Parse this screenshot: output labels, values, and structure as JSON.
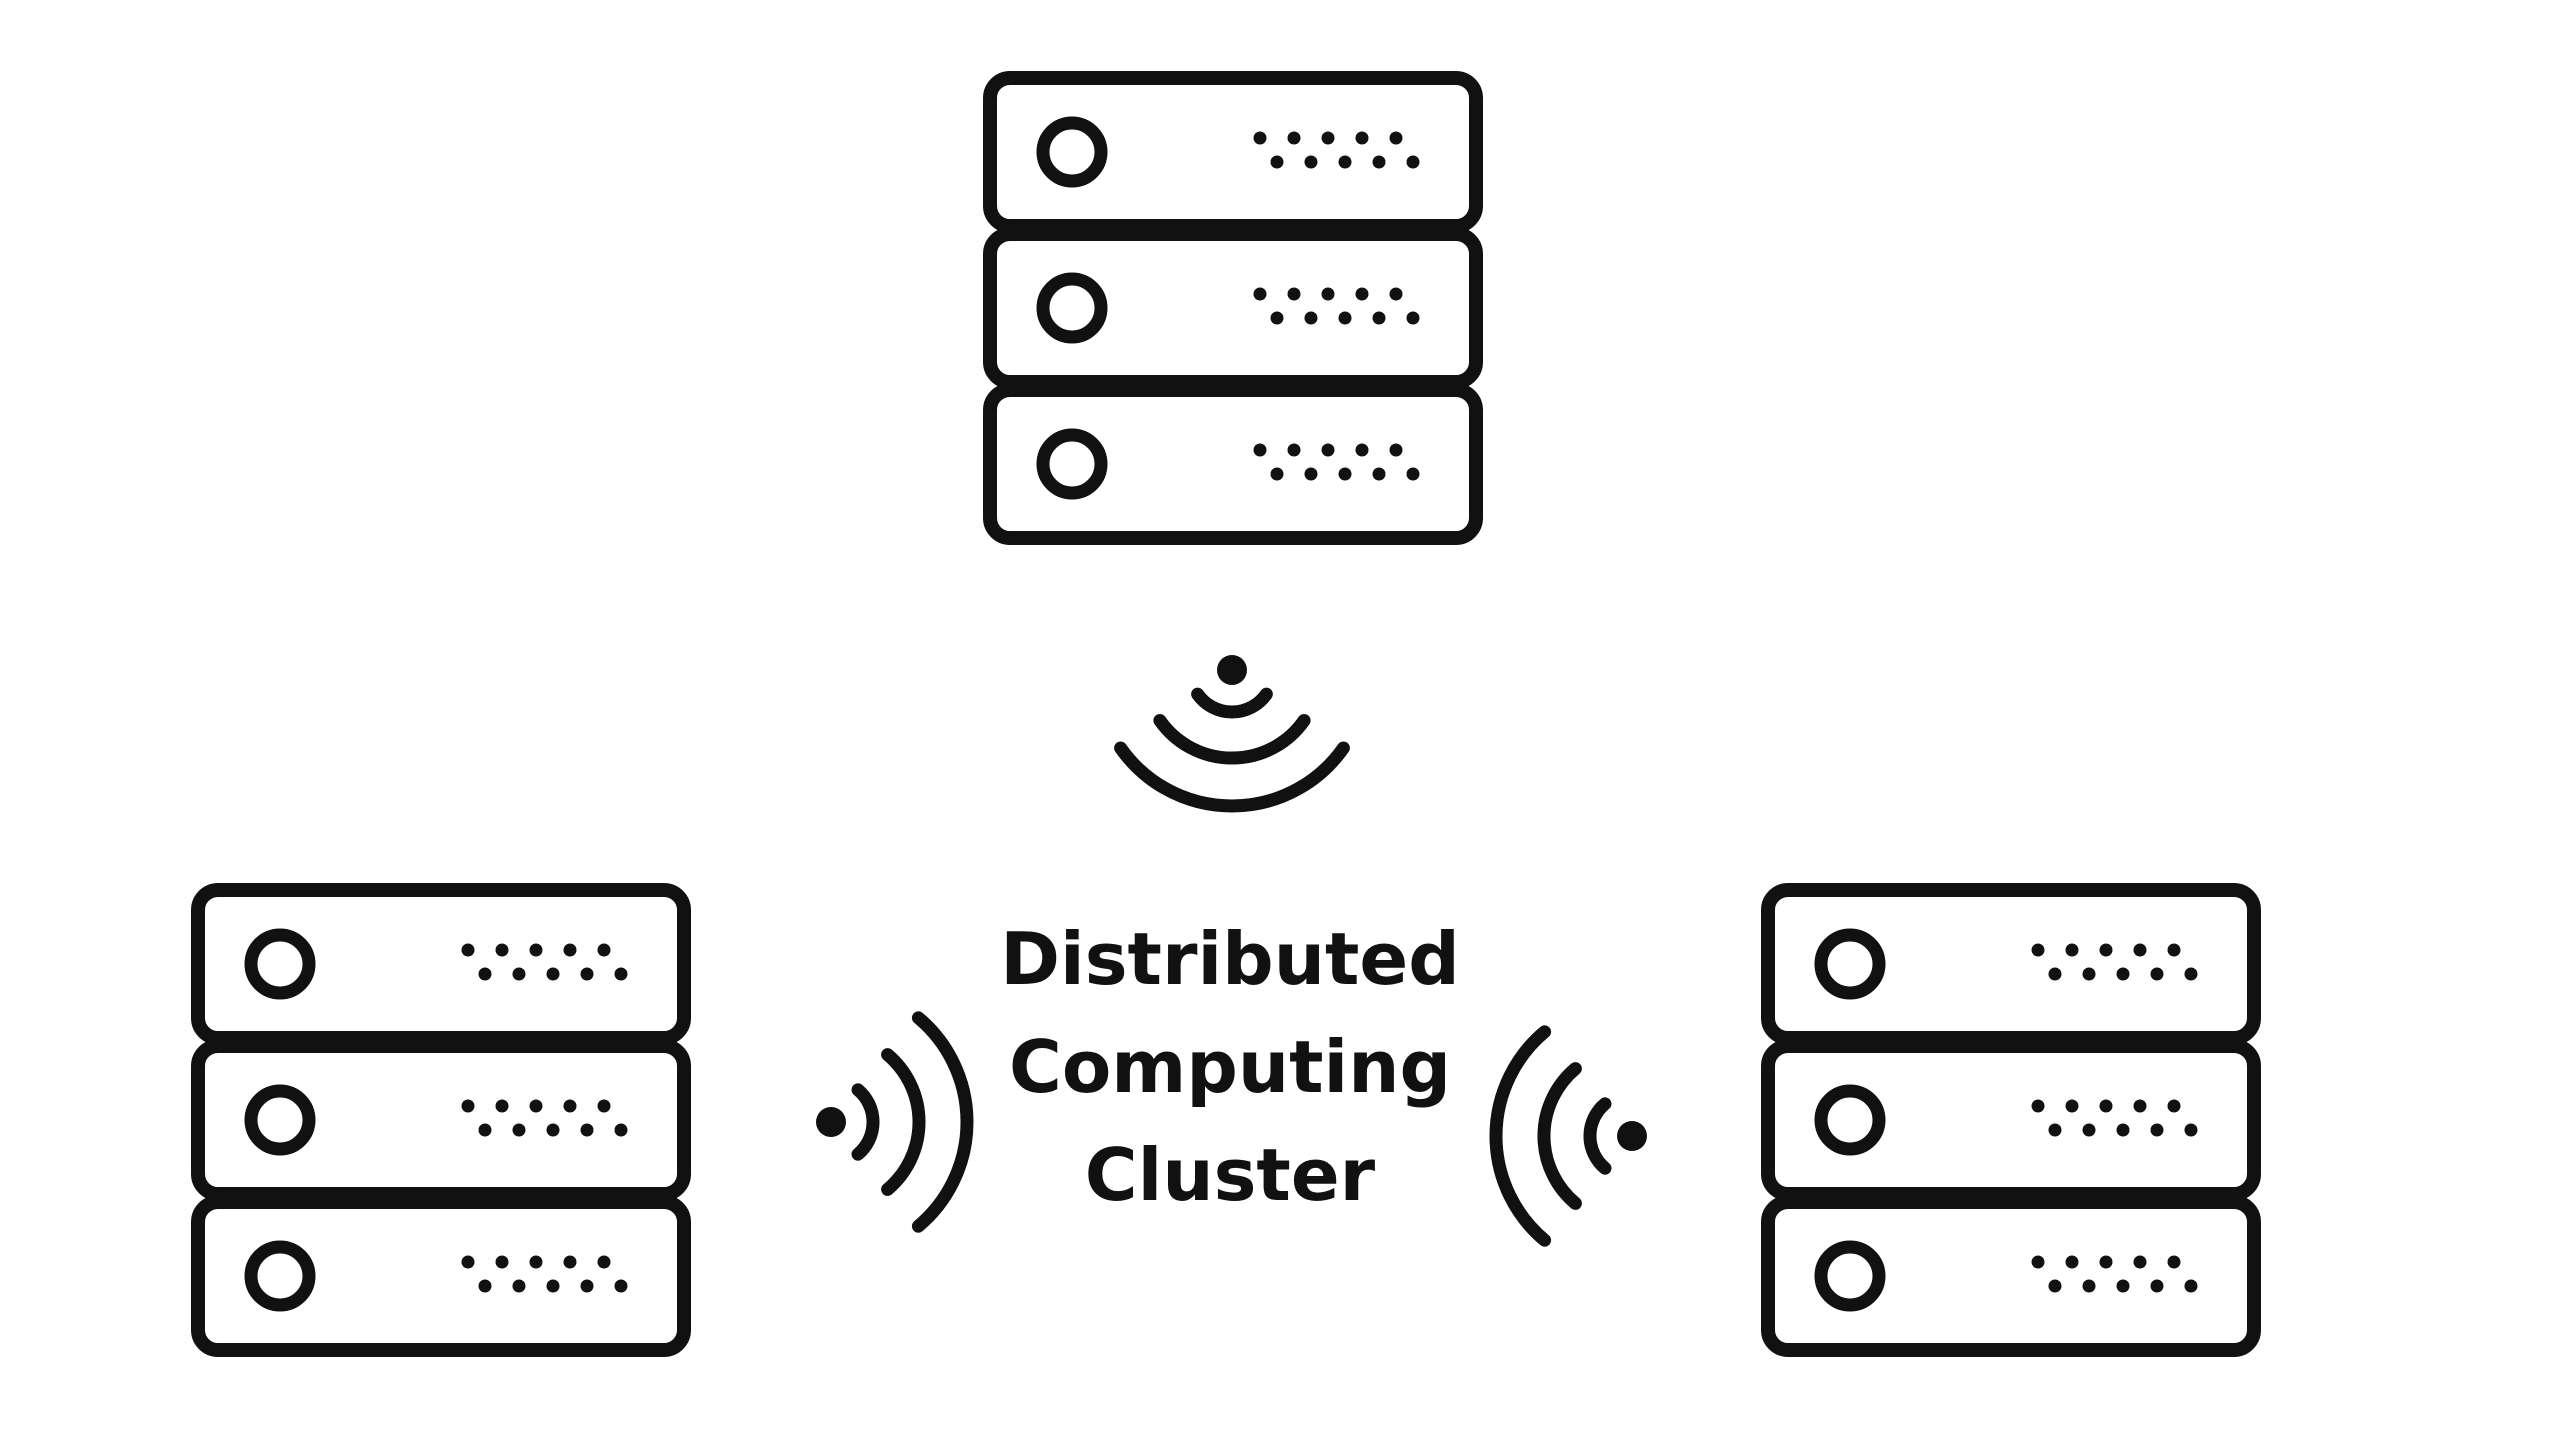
{
  "caption": {
    "line1": "Distributed",
    "line2": "Computing",
    "line3": "Cluster"
  },
  "nodes": [
    {
      "name": "server-top",
      "units": 3
    },
    {
      "name": "server-left",
      "units": 3
    },
    {
      "name": "server-right",
      "units": 3
    }
  ],
  "signals": [
    {
      "name": "signal-top",
      "direction": "down"
    },
    {
      "name": "signal-left",
      "direction": "right"
    },
    {
      "name": "signal-right",
      "direction": "left"
    }
  ],
  "colors": {
    "stroke": "#111111",
    "background": "#ffffff"
  }
}
